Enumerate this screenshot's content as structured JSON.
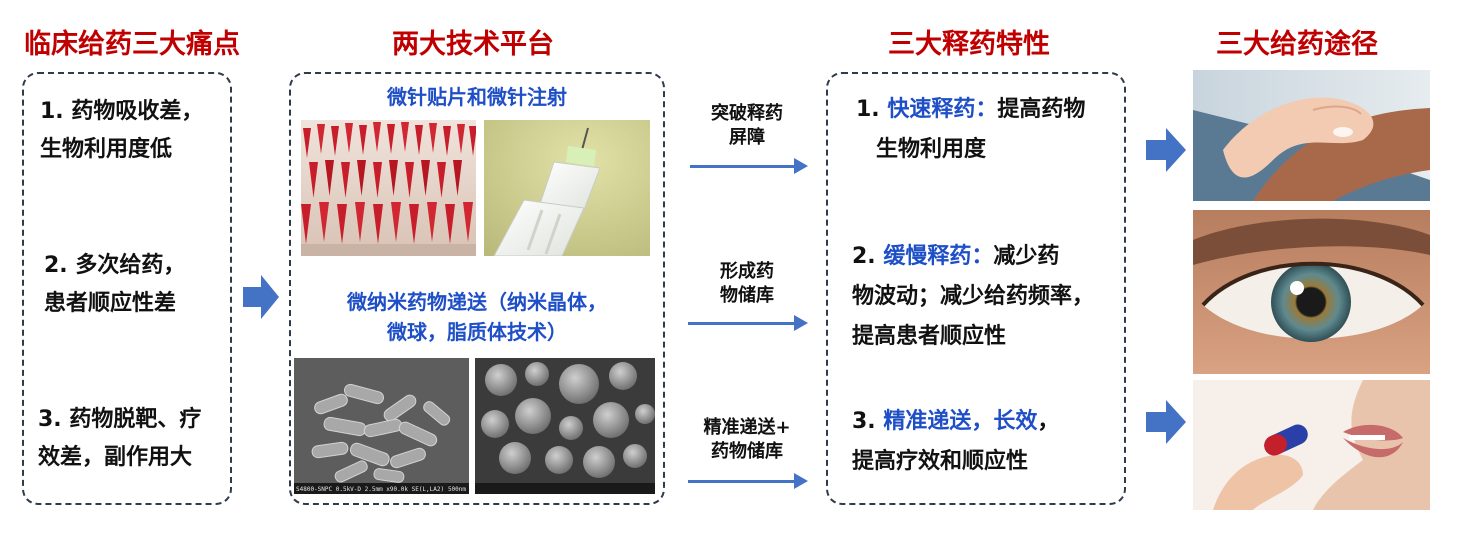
{
  "headings": {
    "pain_points": "临床给药三大痛点",
    "platforms": "两大技术平台",
    "release": "三大释药特性",
    "routes": "三大给药途径"
  },
  "pain_points": [
    {
      "line1": "1. 药物吸收差，",
      "line2": "生物利用度低"
    },
    {
      "line1": "2. 多次给药，",
      "line2": "患者顺应性差"
    },
    {
      "line1": "3. 药物脱靶、疗",
      "line2": "效差，副作用大"
    }
  ],
  "platforms": {
    "microneedle_title": "微针贴片和微针注射",
    "nano_title_line1": "微纳米药物递送（纳米晶体，",
    "nano_title_line2": "微球，脂质体技术）",
    "sem_caption": "S4800-SNPC 0.5kV-D 2.5mm x90.0k SE(L,LA2)",
    "sem_scale": "500nm"
  },
  "links": [
    {
      "line1": "突破释药",
      "line2": "屏障"
    },
    {
      "line1": "形成药",
      "line2": "物储库"
    },
    {
      "line1": "精准递送+",
      "line2": "药物储库"
    }
  ],
  "features": [
    {
      "num": "1. ",
      "hl": "快速释药：",
      "rest1": "提高药物",
      "line2": "生物利用度"
    },
    {
      "num": "2. ",
      "hl": "缓慢释药：",
      "rest1": "减少药",
      "line2": "物波动；减少给药频率，",
      "line3": "提高患者顺应性"
    },
    {
      "num": "3. ",
      "hl": "精准递送，长效",
      "rest1": "，",
      "line2": "提高疗效和顺应性"
    }
  ],
  "colors": {
    "heading": "#c00000",
    "accent": "#1f4fc7",
    "arrow": "#4472c4"
  }
}
